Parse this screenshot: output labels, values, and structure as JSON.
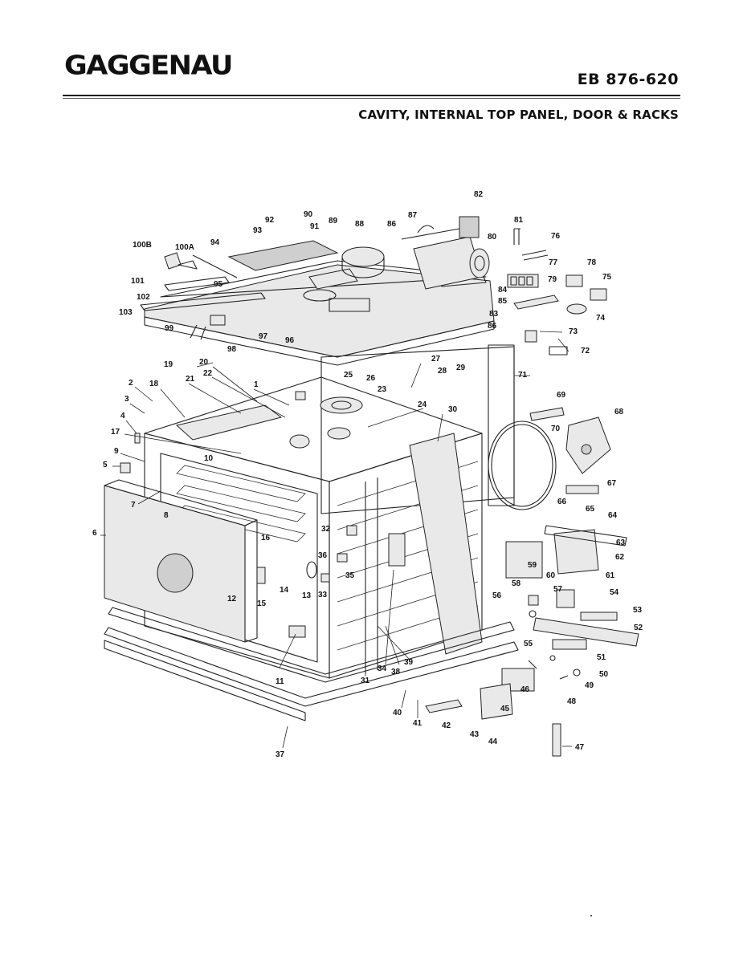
{
  "header": {
    "brand": "GAGGENAU",
    "model": "EB 876-620",
    "section_title": "CAVITY, INTERNAL TOP PANEL, DOOR & RACKS"
  },
  "diagram": {
    "part_labels": [
      "1",
      "2",
      "3",
      "4",
      "5",
      "6",
      "7",
      "8",
      "9",
      "10",
      "11",
      "12",
      "13",
      "14",
      "15",
      "16",
      "17",
      "18",
      "19",
      "20",
      "21",
      "22",
      "23",
      "24",
      "25",
      "26",
      "27",
      "28",
      "29",
      "30",
      "31",
      "32",
      "33",
      "34",
      "35",
      "36",
      "37",
      "38",
      "39",
      "40",
      "41",
      "42",
      "43",
      "44",
      "45",
      "46",
      "47",
      "48",
      "49",
      "50",
      "51",
      "52",
      "53",
      "54",
      "55",
      "56",
      "57",
      "58",
      "59",
      "60",
      "61",
      "62",
      "63",
      "64",
      "65",
      "66",
      "67",
      "68",
      "69",
      "70",
      "71",
      "72",
      "73",
      "74",
      "75",
      "76",
      "77",
      "78",
      "79",
      "80",
      "81",
      "82",
      "83",
      "84",
      "85",
      "86",
      "87",
      "88",
      "89",
      "90",
      "91",
      "92",
      "93",
      "94",
      "95",
      "96",
      "97",
      "98",
      "99",
      "100A",
      "100B",
      "101",
      "102",
      "103",
      "86"
    ]
  },
  "colors": {
    "ink": "#111111",
    "paper": "#ffffff"
  }
}
